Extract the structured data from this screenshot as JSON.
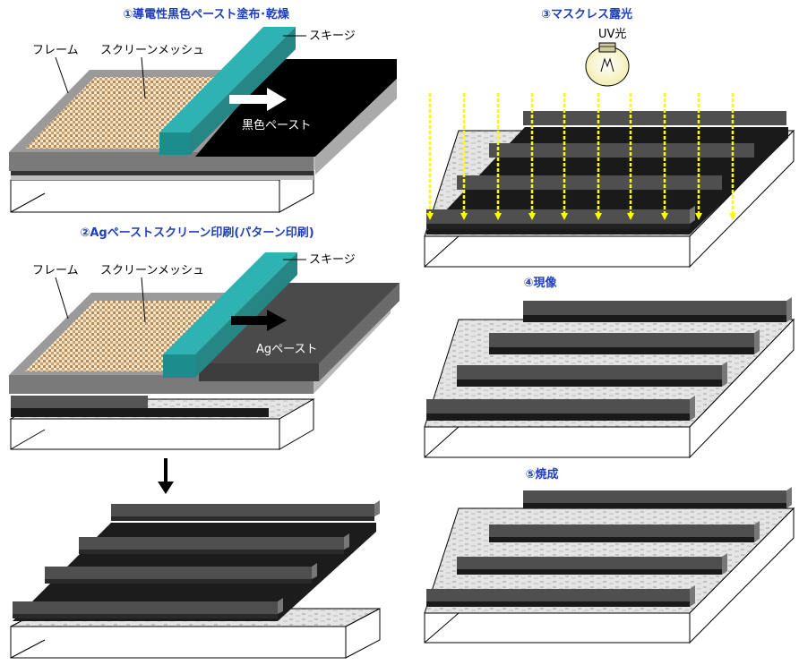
{
  "steps": {
    "s1": "①導電性黒色ペースト塗布･乾燥",
    "s2": "②Agペーストスクリーン印刷(パターン印刷)",
    "s3": "③マスクレス露光",
    "s4": "④現像",
    "s5": "⑤焼成"
  },
  "labels": {
    "frame1": "フレーム",
    "mesh1": "スクリーンメッシュ",
    "squeegee1": "スキージ",
    "black_paste": "黒色ペースト",
    "frame2": "フレーム",
    "mesh2": "スクリーンメッシュ",
    "squeegee2": "スキージ",
    "ag_paste": "Agペースト",
    "uv_light": "UV光"
  },
  "colors": {
    "step_title": "#1f3fb8",
    "squeegee": "#239c9c",
    "black_paste": "#000000",
    "ag_paste": "#4a4a4a",
    "uv_ray": "#ffff00",
    "frame": "#8c8c8c",
    "mesh": "#c8a070"
  },
  "icons": {
    "bulb": "light-bulb-icon",
    "arrow_right": "arrow-right-icon",
    "arrow_down": "arrow-down-icon"
  }
}
